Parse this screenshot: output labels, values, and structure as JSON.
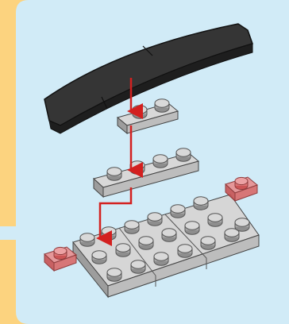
{
  "colors": {
    "outer_background": "#fcd37f",
    "panel_background": "#d1ebf7",
    "brick_light_gray": "#c9c9c9",
    "brick_dark_gray": "#2e2e2e",
    "transparent_red": "#e05a5a",
    "arrow_red": "#d3201f"
  },
  "scene": {
    "type": "building-instruction-step",
    "parts": [
      {
        "name": "curved-slope-dark-gray",
        "icon": "curved-slope-icon"
      },
      {
        "name": "plate-1x2-light-gray",
        "icon": "plate-icon"
      },
      {
        "name": "plate-1x4-light-gray",
        "icon": "plate-icon"
      },
      {
        "name": "plate-base-light-gray",
        "icon": "plate-icon"
      },
      {
        "name": "plate-1x1-trans-red",
        "icon": "transparent-plate-icon"
      }
    ],
    "arrows": 3
  }
}
